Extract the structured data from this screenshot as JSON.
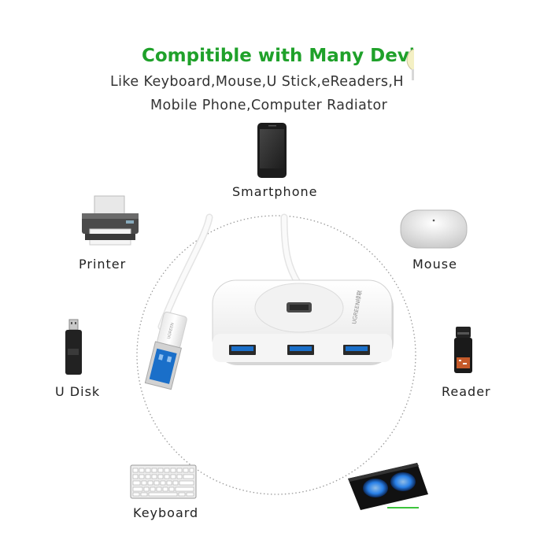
{
  "heading": {
    "title": "Compitible with Many Device",
    "line1": "Like Keyboard,Mouse,U Stick,eReaders,H",
    "line2": "Mobile Phone,Computer Radiator"
  },
  "devices": {
    "smartphone": "Smartphone",
    "printer": "Printer",
    "mouse": "Mouse",
    "udisk": "U Disk",
    "reader": "Reader",
    "keyboard": "Keyboard"
  },
  "hub": {
    "brand": "UGREEN绿联"
  },
  "colors": {
    "title_green": "#1fa12a",
    "usb3_blue": "#1a6fc9",
    "fan_blue": "#2b8cff"
  }
}
